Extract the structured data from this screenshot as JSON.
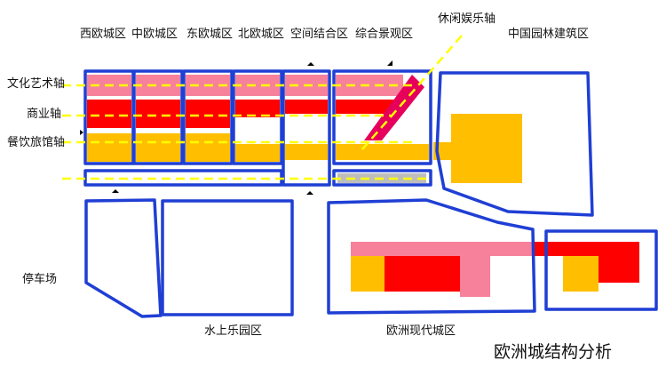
{
  "zones_top": [
    "西欧城区",
    "中欧城区",
    "东欧城区",
    "北欧城区",
    "空间结合区",
    "综合景观区"
  ],
  "zone_leisure_axis": "休闲娱乐轴",
  "zone_garden": "中国园林建筑区",
  "axes": [
    "文化艺术轴",
    "商业轴",
    "餐饮旅馆轴"
  ],
  "parking": "停车场",
  "water_park": "水上乐园区",
  "modern_zone": "欧洲现代城区",
  "title": "欧洲城结构分析",
  "colors": {
    "outline": "#1f3fd4",
    "culture_band": "#f7819b",
    "commerce_band": "#ff0000",
    "dining_band": "#ffbf00",
    "axis_line": "#ffff00",
    "leisure_strip": "#e6005c",
    "gray_strip": "#bdbdbd"
  }
}
